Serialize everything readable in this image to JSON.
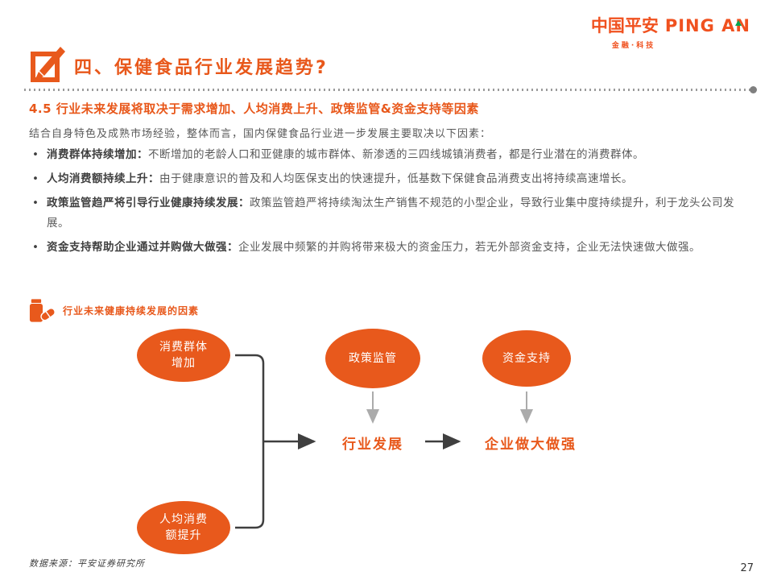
{
  "logo": {
    "cn": "中国平安",
    "en": "PING AN",
    "tagline": "金融·科技"
  },
  "header": {
    "section_title": "四、保健食品行业发展趋势?"
  },
  "content": {
    "heading": "4.5 行业未来发展将取决于需求增加、人均消费上升、政策监管&资金支持等因素",
    "intro": "结合自身特色及成熟市场经验，整体而言，国内保健食品行业进一步发展主要取决以下因素：",
    "bullets": [
      {
        "lead": "消费群体持续增加：",
        "text": "不断增加的老龄人口和亚健康的城市群体、新渗透的三四线城镇消费者，都是行业潜在的消费群体。"
      },
      {
        "lead": "人均消费额持续上升：",
        "text": "由于健康意识的普及和人均医保支出的快速提升，低基数下保健食品消费支出将持续高速增长。"
      },
      {
        "lead": "政策监管趋严将引导行业健康持续发展：",
        "text": "政策监管趋严将持续淘汰生产销售不规范的小型企业，导致行业集中度持续提升，利于龙头公司发展。"
      },
      {
        "lead": "资金支持帮助企业通过并购做大做强：",
        "text": "企业发展中频繁的并购将带来极大的资金压力，若无外部资金支持，企业无法快速做大做强。"
      }
    ]
  },
  "diagram": {
    "caption": "行业未来健康持续发展的因素",
    "factors": [
      "消费群体增加",
      "人均消费额提升",
      "政策监管",
      "资金支持"
    ],
    "outcomes": [
      "行业发展",
      "企业做大做强"
    ]
  },
  "footer": {
    "source_note": "数据来源：平安证券研究所",
    "page_number": "27"
  },
  "colors": {
    "accent_orange": "#E8591C",
    "heading_orange": "#E8581B",
    "logo_orange": "#F0511F",
    "logo_green": "#00A551",
    "body_text": "#595959",
    "dark_text": "#3F3F3F",
    "connector_dark": "#3F3F3F",
    "arrow_gray": "#ABABAB",
    "divider_gray": "#9B9B9B"
  }
}
